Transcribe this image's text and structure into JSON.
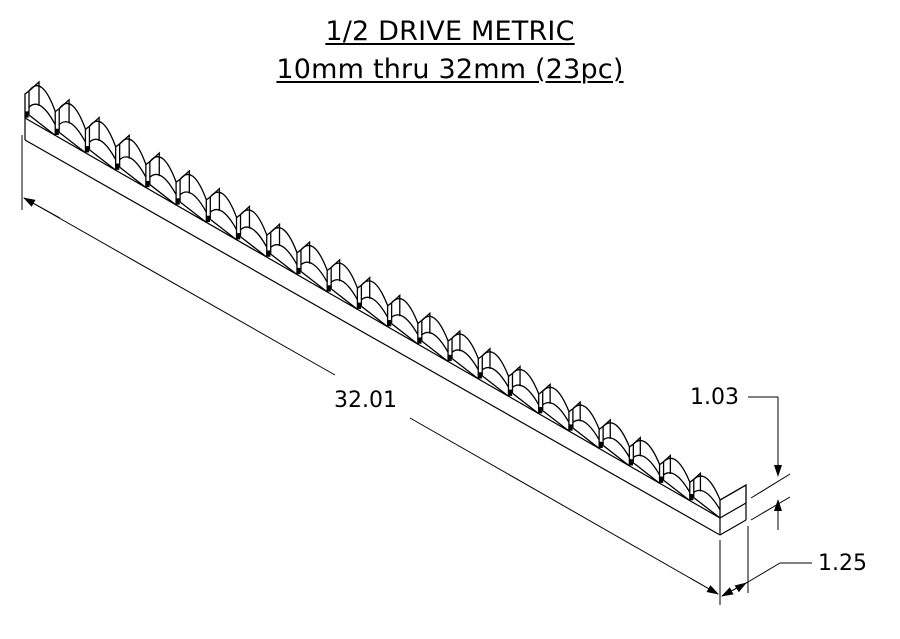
{
  "drawing": {
    "title_line_1": "1/2 DRIVE METRIC",
    "title_line_2": "10mm thru 32mm (23pc)",
    "slot_count": 23,
    "line_color": "#000000",
    "background": "#ffffff"
  },
  "dimensions": {
    "length": "32.01",
    "height": "1.03",
    "width": "1.25"
  }
}
